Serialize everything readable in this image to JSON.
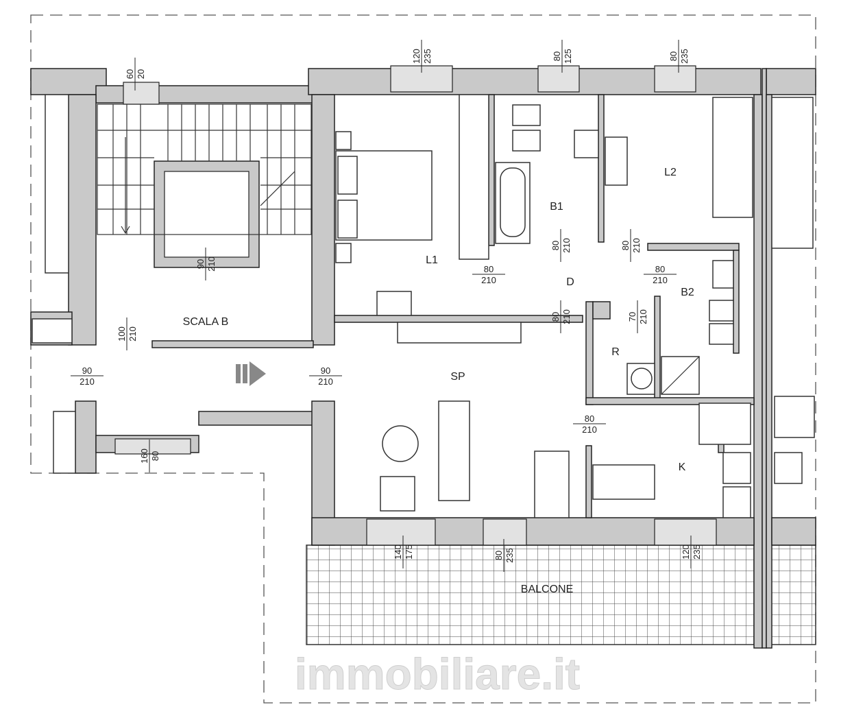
{
  "rooms": {
    "stair": "SCALA B",
    "l1": "L1",
    "l2": "L2",
    "b1": "B1",
    "b2": "B2",
    "d": "D",
    "r": "R",
    "sp": "SP",
    "k": "K",
    "balcony": "BALCONE"
  },
  "dims": [
    {
      "a": "60",
      "b": "20"
    },
    {
      "a": "120",
      "b": "235"
    },
    {
      "a": "80",
      "b": "125"
    },
    {
      "a": "80",
      "b": "235"
    },
    {
      "a": "90",
      "b": "210"
    },
    {
      "a": "80",
      "b": "210"
    },
    {
      "a": "80",
      "b": "210"
    },
    {
      "a": "80",
      "b": "210"
    },
    {
      "a": "70",
      "b": "210"
    },
    {
      "a": "100",
      "b": "210"
    },
    {
      "a": "160",
      "b": "80"
    },
    {
      "a": "140",
      "b": "175"
    },
    {
      "a": "80",
      "b": "235"
    },
    {
      "a": "120",
      "b": "235"
    },
    {
      "a": "90",
      "b": "210"
    },
    {
      "a": "90",
      "b": "210"
    },
    {
      "a": "80",
      "b": "210"
    },
    {
      "a": "80",
      "b": "210"
    },
    {
      "a": "80",
      "b": "210"
    }
  ],
  "watermark": "immobiliare.it",
  "colors": {
    "wall": "#c9c9c9",
    "line": "#222222"
  }
}
